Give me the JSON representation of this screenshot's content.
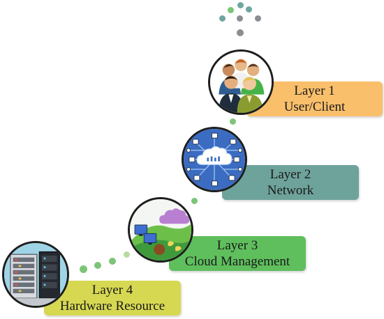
{
  "layers": [
    {
      "line1": "Layer 1",
      "line2": "User/Client"
    },
    {
      "line1": "Layer 2",
      "line2": "Network"
    },
    {
      "line1": "Layer 3",
      "line2": "Cloud Management"
    },
    {
      "line1": "Layer 4",
      "line2": "Hardware Resource"
    }
  ],
  "colors": {
    "layer1": "#f9bf6b",
    "layer2": "#6ea39b",
    "layer3": "#5fbf5d",
    "layer4": "#d6d852",
    "dot_green": "#7cc576",
    "dot_teal": "#6fa7a0",
    "dot_gray": "#8a8d91"
  },
  "icons": {
    "layer1": "users-group-icon",
    "layer2": "cloud-network-icon",
    "layer3": "cloud-management-icon",
    "layer4": "server-rack-icon"
  }
}
